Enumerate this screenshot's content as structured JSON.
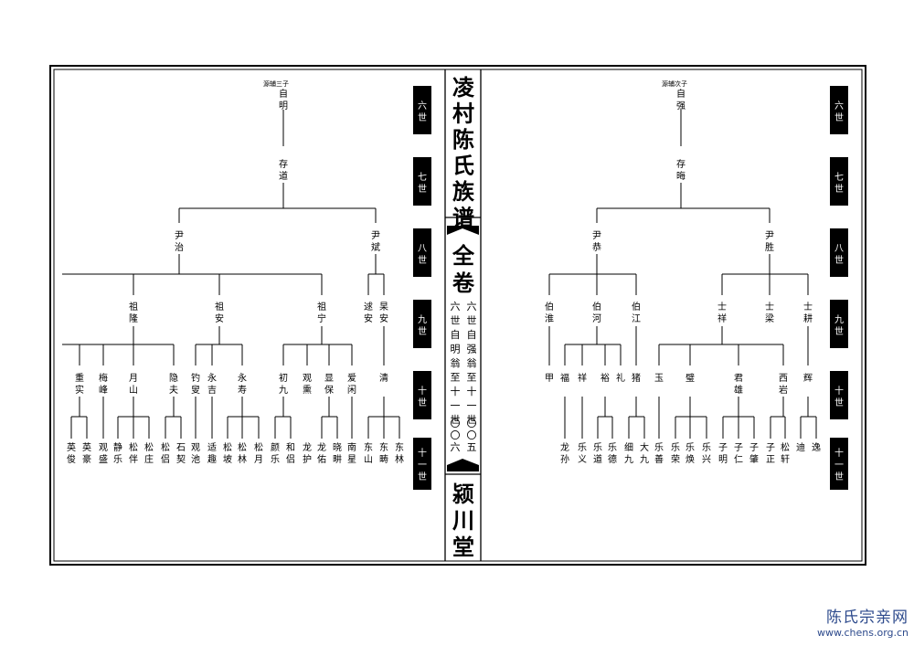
{
  "spine": {
    "title": "凌村陈氏族谱",
    "volume": "全卷",
    "note_right": "六世自强翁至十一世",
    "note_right_page": "〇〇五",
    "note_left": "六世自明翁至十一世",
    "note_left_page": "〇〇六",
    "hall": "颍川堂"
  },
  "generation_labels": [
    "六世",
    "七世",
    "八世",
    "九世",
    "十世",
    "十一世"
  ],
  "left_tree": {
    "note": "源辅三子",
    "root": "自明",
    "names": [
      "存道",
      "尹治",
      "尹斌",
      "祖隆",
      "祖安",
      "祖宁",
      "逑安",
      "杲安",
      "重实",
      "梅峰",
      "月山",
      "隐夫",
      "钓叟",
      "永吉",
      "永寿",
      "初九",
      "观熏",
      "显保",
      "爱闲",
      "清",
      "英俊",
      "英豪",
      "观盛",
      "静乐",
      "松伴",
      "松庄",
      "松侣",
      "石契",
      "观池",
      "适趣",
      "松坡",
      "松林",
      "松月",
      "颜乐",
      "和侣",
      "龙护",
      "龙佑",
      "晓畊",
      "南星",
      "东山",
      "东畴",
      "东林"
    ]
  },
  "right_tree": {
    "note": "源辅次子",
    "root": "自强",
    "names": [
      "存晦",
      "尹恭",
      "尹胜",
      "伯淮",
      "伯河",
      "伯江",
      "士祥",
      "士梁",
      "士耕",
      "甲",
      "福",
      "祥",
      "裕",
      "礼",
      "猪",
      "玉",
      "璧",
      "君雄",
      "西岩",
      "辉",
      "龙孙",
      "乐义",
      "乐道",
      "乐德",
      "细九",
      "大九",
      "乐善",
      "乐荣",
      "乐焕",
      "乐兴",
      "子明",
      "子仁",
      "子肇",
      "子正",
      "松轩",
      "迪",
      "逸"
    ]
  },
  "watermark": {
    "line1": "陈氏宗亲网",
    "line2": "www.chens.org.cn"
  }
}
